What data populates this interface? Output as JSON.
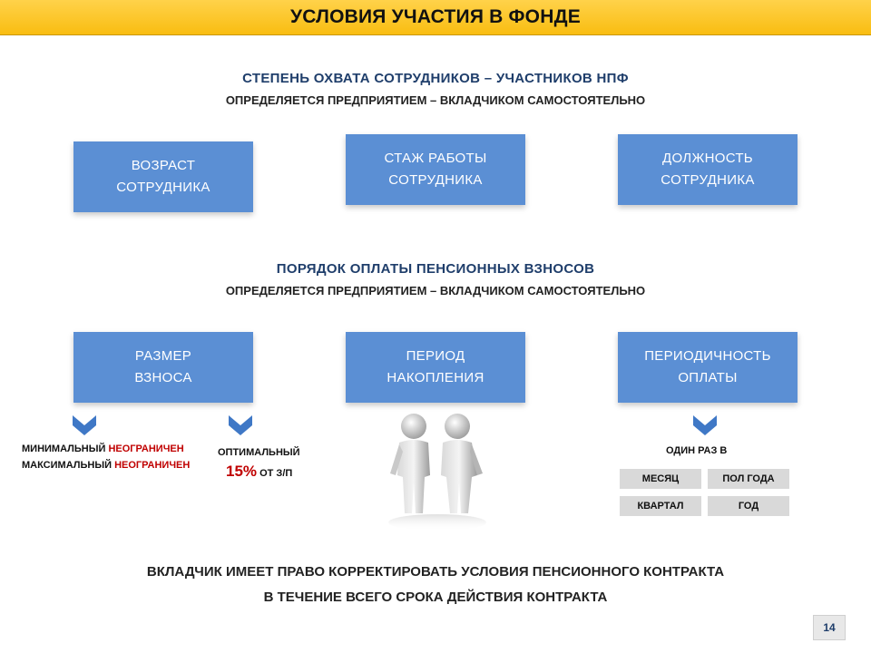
{
  "title": "УСЛОВИЯ УЧАСТИЯ В ФОНДЕ",
  "section1": {
    "heading": "СТЕПЕНЬ ОХВАТА СОТРУДНИКОВ – УЧАСТНИКОВ НПФ",
    "subheading": "ОПРЕДЕЛЯЕТСЯ ПРЕДПРИЯТИЕМ – ВКЛАДЧИКОМ САМОСТОЯТЕЛЬНО",
    "boxes": [
      {
        "line1": "ВОЗРАСТ",
        "line2": "СОТРУДНИКА"
      },
      {
        "line1": "СТАЖ РАБОТЫ",
        "line2": "СОТРУДНИКА"
      },
      {
        "line1": "ДОЛЖНОСТЬ",
        "line2": "СОТРУДНИКА"
      }
    ]
  },
  "section2": {
    "heading": "ПОРЯДОК ОПЛАТЫ ПЕНСИОННЫХ ВЗНОСОВ",
    "subheading": "ОПРЕДЕЛЯЕТСЯ ПРЕДПРИЯТИЕМ – ВКЛАДЧИКОМ САМОСТОЯТЕЛЬНО",
    "boxes": [
      {
        "line1": "РАЗМЕР",
        "line2": "ВЗНОСА"
      },
      {
        "line1": "ПЕРИОД",
        "line2": "НАКОПЛЕНИЯ"
      },
      {
        "line1": "ПЕРИОДИЧНОСТЬ",
        "line2": "ОПЛАТЫ"
      }
    ]
  },
  "contribution": {
    "min_label": "МИНИМАЛЬНЫЙ",
    "min_value": "НЕОГРАНИЧЕН",
    "max_label": "МАКСИМАЛЬНЫЙ",
    "max_value": "НЕОГРАНИЧЕН",
    "optimal_label": "ОПТИМАЛЬНЫЙ",
    "optimal_value": "15%",
    "optimal_suffix": "ОТ З/П"
  },
  "frequency": {
    "label": "ОДИН РАЗ В",
    "options": [
      "МЕСЯЦ",
      "ПОЛ ГОДА",
      "КВАРТАЛ",
      "ГОД"
    ]
  },
  "footer": {
    "line1": "ВКЛАДЧИК ИМЕЕТ ПРАВО КОРРЕКТИРОВАТЬ УСЛОВИЯ ПЕНСИОННОГО КОНТРАКТА",
    "line2": "В ТЕЧЕНИЕ ВСЕГО СРОКА ДЕЙСТВИЯ КОНТРАКТА"
  },
  "page_number": "14",
  "colors": {
    "title_bar": "#f9bd11",
    "box_blue": "#5b8fd4",
    "heading_blue": "#1f3e6b",
    "accent_red": "#c00000",
    "pill_gray": "#d9d9d9"
  }
}
